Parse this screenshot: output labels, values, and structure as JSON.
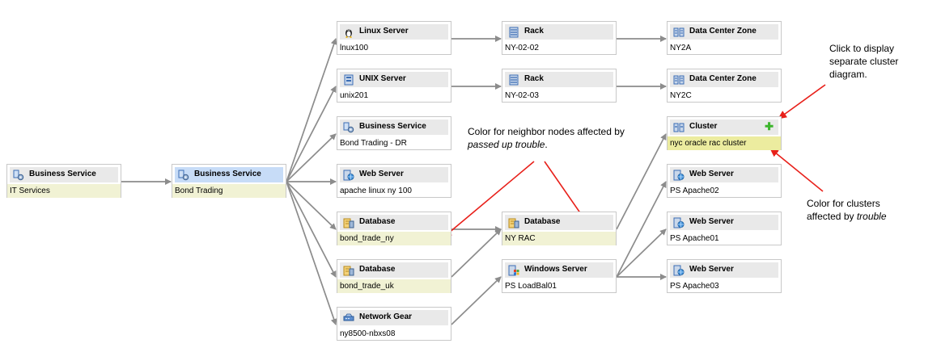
{
  "colors": {
    "edge": "#8c8c8c",
    "arrow": "#e8201a",
    "affected_fill": "#f1f2d4",
    "trouble_fill": "#ecec9f",
    "selected_header": "#c7dcf7"
  },
  "nodes": [
    {
      "id": "it",
      "type": "Business Service",
      "name": "IT Services",
      "icon": "business-service-icon",
      "state": "affected"
    },
    {
      "id": "bond",
      "type": "Business Service",
      "name": "Bond Trading",
      "icon": "business-service-icon",
      "state": "affected",
      "selected": true
    },
    {
      "id": "lnx",
      "type": "Linux Server",
      "name": "lnux100",
      "icon": "linux-server-icon"
    },
    {
      "id": "unix",
      "type": "UNIX Server",
      "name": "unix201",
      "icon": "unix-server-icon"
    },
    {
      "id": "bdr",
      "type": "Business Service",
      "name": "Bond Trading - DR",
      "icon": "business-service-icon"
    },
    {
      "id": "web100",
      "type": "Web Server",
      "name": "apache linux ny 100",
      "icon": "web-server-icon"
    },
    {
      "id": "dbny",
      "type": "Database",
      "name": "bond_trade_ny",
      "icon": "database-icon",
      "state": "affected"
    },
    {
      "id": "dbuk",
      "type": "Database",
      "name": "bond_trade_uk",
      "icon": "database-icon",
      "state": "affected"
    },
    {
      "id": "ng",
      "type": "Network Gear",
      "name": "ny8500-nbxs08",
      "icon": "network-gear-icon"
    },
    {
      "id": "rack1",
      "type": "Rack",
      "name": "NY-02-02",
      "icon": "rack-icon"
    },
    {
      "id": "rack2",
      "type": "Rack",
      "name": "NY-02-03",
      "icon": "rack-icon"
    },
    {
      "id": "rac",
      "type": "Database",
      "name": "NY RAC",
      "icon": "database-icon",
      "state": "affected"
    },
    {
      "id": "win",
      "type": "Windows Server",
      "name": "PS LoadBal01",
      "icon": "windows-server-icon"
    },
    {
      "id": "dcz1",
      "type": "Data Center Zone",
      "name": "NY2A",
      "icon": "data-center-zone-icon"
    },
    {
      "id": "dcz2",
      "type": "Data Center Zone",
      "name": "NY2C",
      "icon": "data-center-zone-icon"
    },
    {
      "id": "cluster",
      "type": "Cluster",
      "name": "nyc oracle rac cluster",
      "icon": "cluster-icon",
      "state": "trouble",
      "expandable": true
    },
    {
      "id": "ap02",
      "type": "Web Server",
      "name": "PS Apache02",
      "icon": "web-server-icon"
    },
    {
      "id": "ap01",
      "type": "Web Server",
      "name": "PS Apache01",
      "icon": "web-server-icon"
    },
    {
      "id": "ap03",
      "type": "Web Server",
      "name": "PS Apache03",
      "icon": "web-server-icon"
    }
  ],
  "edges": [
    [
      "it",
      "bond"
    ],
    [
      "bond",
      "lnx"
    ],
    [
      "bond",
      "unix"
    ],
    [
      "bond",
      "bdr"
    ],
    [
      "bond",
      "web100"
    ],
    [
      "bond",
      "dbny"
    ],
    [
      "bond",
      "dbuk"
    ],
    [
      "bond",
      "ng"
    ],
    [
      "lnx",
      "rack1"
    ],
    [
      "unix",
      "rack2"
    ],
    [
      "dbny",
      "rac"
    ],
    [
      "dbuk",
      "rac"
    ],
    [
      "ng",
      "win"
    ],
    [
      "rack1",
      "dcz1"
    ],
    [
      "rack2",
      "dcz2"
    ],
    [
      "rac",
      "cluster"
    ],
    [
      "win",
      "ap02"
    ],
    [
      "win",
      "ap01"
    ],
    [
      "win",
      "ap03"
    ]
  ],
  "annotations": {
    "cluster_click": "Click to display separate cluster diagram.",
    "neighbor_color_prefix": "Color for neighbor nodes affected by ",
    "neighbor_color_em": "passed up trouble",
    "neighbor_color_suffix": ".",
    "cluster_color_prefix": "Color for clusters affected by ",
    "cluster_color_em": "trouble"
  }
}
